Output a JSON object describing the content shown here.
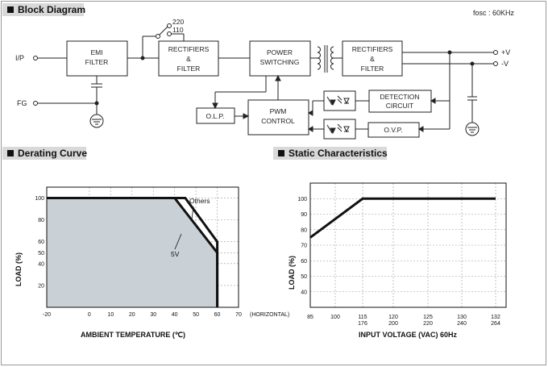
{
  "sections": {
    "block_diagram": "Block Diagram",
    "derating_curve": "Derating Curve",
    "static_characteristics": "Static Characteristics"
  },
  "block_diagram": {
    "fosc": "fosc : 60KHz",
    "input_label": "I/P",
    "fg_label": "FG",
    "switch_220": "220",
    "switch_110": "110",
    "emi_filter": [
      "EMI",
      "FILTER"
    ],
    "rectifiers_filter_in": [
      "RECTIFIERS",
      "&",
      "FILTER"
    ],
    "power_switching": [
      "POWER",
      "SWITCHING"
    ],
    "rectifiers_filter_out": [
      "RECTIFIERS",
      "&",
      "FILTER"
    ],
    "detection_circuit": [
      "DETECTION",
      "CIRCUIT"
    ],
    "olp": "O.L.P.",
    "pwm_control": [
      "PWM",
      "CONTROL"
    ],
    "ovp": "O.V.P.",
    "out_pos": "+V",
    "out_neg": "-V"
  },
  "chart_data": [
    {
      "type": "line",
      "xlabel": "AMBIENT TEMPERATURE (℃)",
      "ylabel": "LOAD (%)",
      "x_ticks": [
        "-20",
        "0",
        "10",
        "20",
        "30",
        "40",
        "50",
        "60",
        "70"
      ],
      "x_suffix": "(HORIZONTAL)",
      "y_ticks": [
        "20",
        "40",
        "50",
        "60",
        "80",
        "100"
      ],
      "xlim": [
        -20,
        70
      ],
      "series": [
        {
          "name": "5V",
          "x": [
            -20,
            40,
            60,
            60
          ],
          "y": [
            100,
            100,
            50,
            0
          ]
        },
        {
          "name": "Others",
          "x": [
            -20,
            45,
            60,
            60
          ],
          "y": [
            100,
            100,
            60,
            0
          ]
        }
      ]
    },
    {
      "type": "line",
      "xlabel": "INPUT VOLTAGE (VAC) 60Hz",
      "ylabel": "LOAD (%)",
      "x_ticks": [
        {
          "top": "85",
          "bottom": ""
        },
        {
          "top": "100",
          "bottom": ""
        },
        {
          "top": "115",
          "bottom": "176"
        },
        {
          "top": "120",
          "bottom": "200"
        },
        {
          "top": "125",
          "bottom": "220"
        },
        {
          "top": "130",
          "bottom": "240"
        },
        {
          "top": "132",
          "bottom": "264"
        }
      ],
      "y_ticks": [
        "40",
        "50",
        "60",
        "70",
        "80",
        "90",
        "100"
      ],
      "series": [
        {
          "name": "",
          "x": [
            85,
            115,
            132
          ],
          "y": [
            75,
            100,
            100
          ]
        }
      ]
    }
  ]
}
